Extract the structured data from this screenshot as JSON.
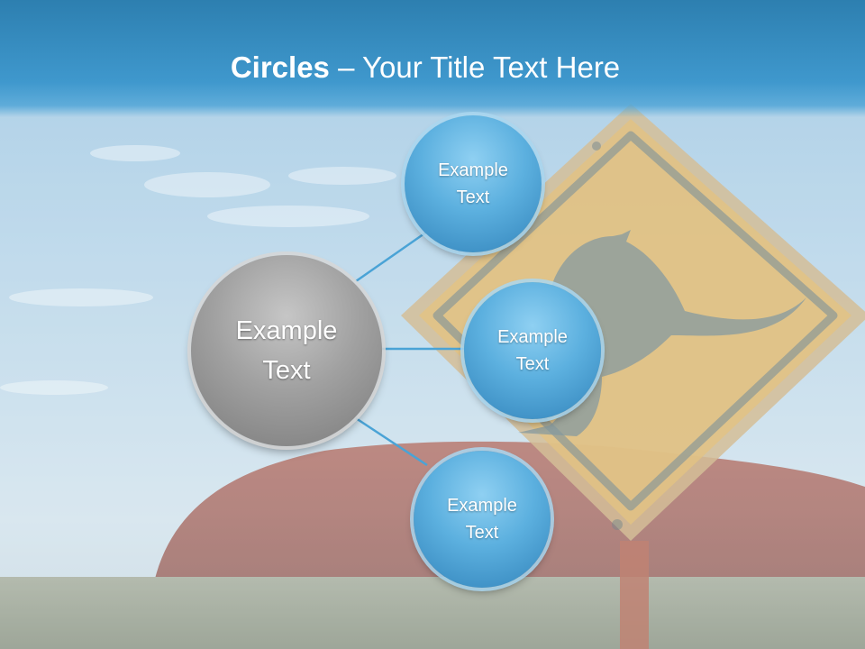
{
  "slide": {
    "title_bold": "Circles",
    "title_rest": " – Your Title Text Here"
  },
  "diagram": {
    "center": {
      "line1": "Example",
      "line2": "Text"
    },
    "nodes": [
      {
        "line1": "Example",
        "line2": "Text"
      },
      {
        "line1": "Example",
        "line2": "Text"
      },
      {
        "line1": "Example",
        "line2": "Text"
      }
    ]
  },
  "colors": {
    "title_bar": "#3a95cc",
    "node_fill": "#5cb0df",
    "center_fill": "#a1a1a1",
    "connector": "#4aa3d6",
    "sign": "#e8b25a",
    "rock": "#a1462c"
  },
  "background_icons": [
    "kangaroo-crossing-sign-icon",
    "uluru-rock-icon"
  ]
}
